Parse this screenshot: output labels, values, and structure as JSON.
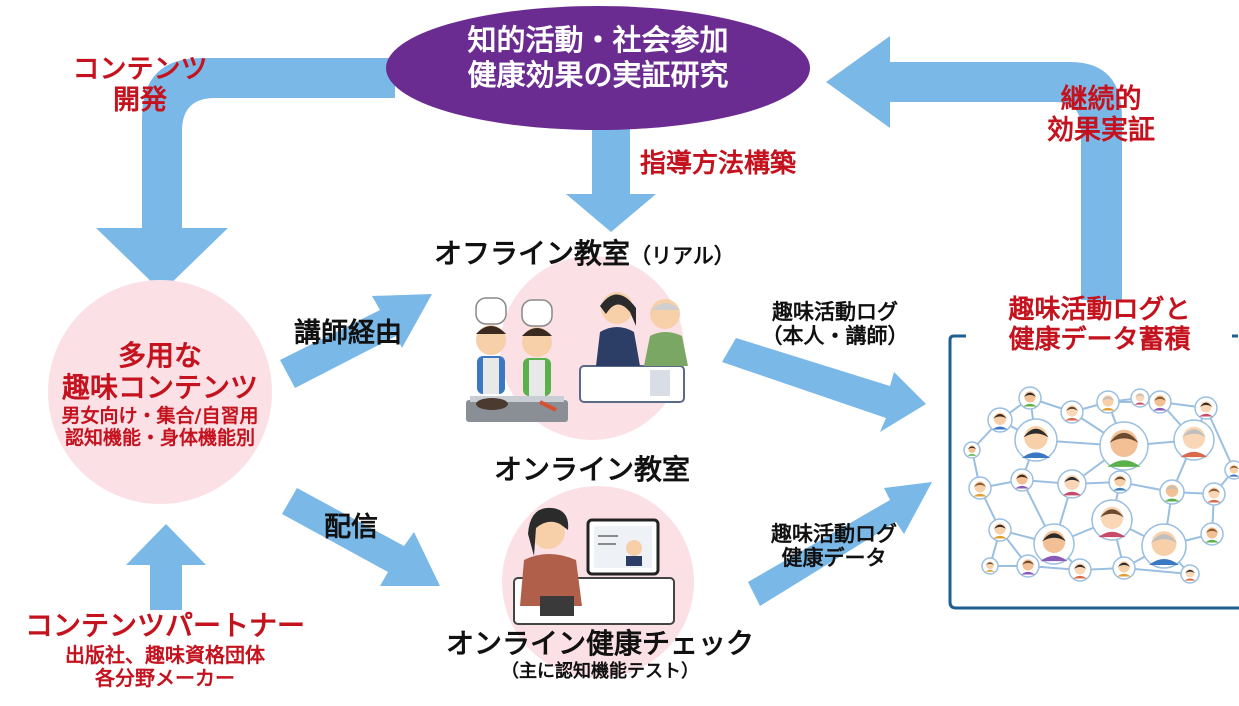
{
  "colors": {
    "arrow": "#7ab8e8",
    "ellipse": "#6b2c91",
    "accent_red": "#c4131e",
    "pink_circle": "#fbe1e6",
    "network_border": "#1f5f8f"
  },
  "top_ellipse": {
    "line1": "知的活動・社会参加",
    "line2": "健康効果の実証研究"
  },
  "labels": {
    "content_dev_1": "コンテンツ",
    "content_dev_2": "開発",
    "continuous_1": "継続的",
    "continuous_2": "効果実証",
    "teaching_method": "指導方法構築",
    "offline_class": "オフライン教室",
    "offline_real": "（リアル）",
    "online_class": "オンライン教室",
    "instructor_via": "講師経由",
    "distribution": "配信",
    "log_offline_1": "趣味活動ログ",
    "log_offline_2": "（本人・講師）",
    "log_online_1": "趣味活動ログ",
    "log_online_2": "健康データ",
    "online_check": "オンライン健康チェック",
    "online_check_sub": "（主に認知機能テスト）"
  },
  "hobby_contents": {
    "line1": "多用な",
    "line2": "趣味コンテンツ",
    "line3": "男女向け・集合/自習用",
    "line4": "認知機能・身体機能別"
  },
  "partners": {
    "title": "コンテンツパートナー",
    "line2": "出版社、趣味資格団体",
    "line3": "各分野メーカー"
  },
  "accumulation": {
    "line1": "趣味活動ログと",
    "line2": "健康データ蓄積"
  }
}
